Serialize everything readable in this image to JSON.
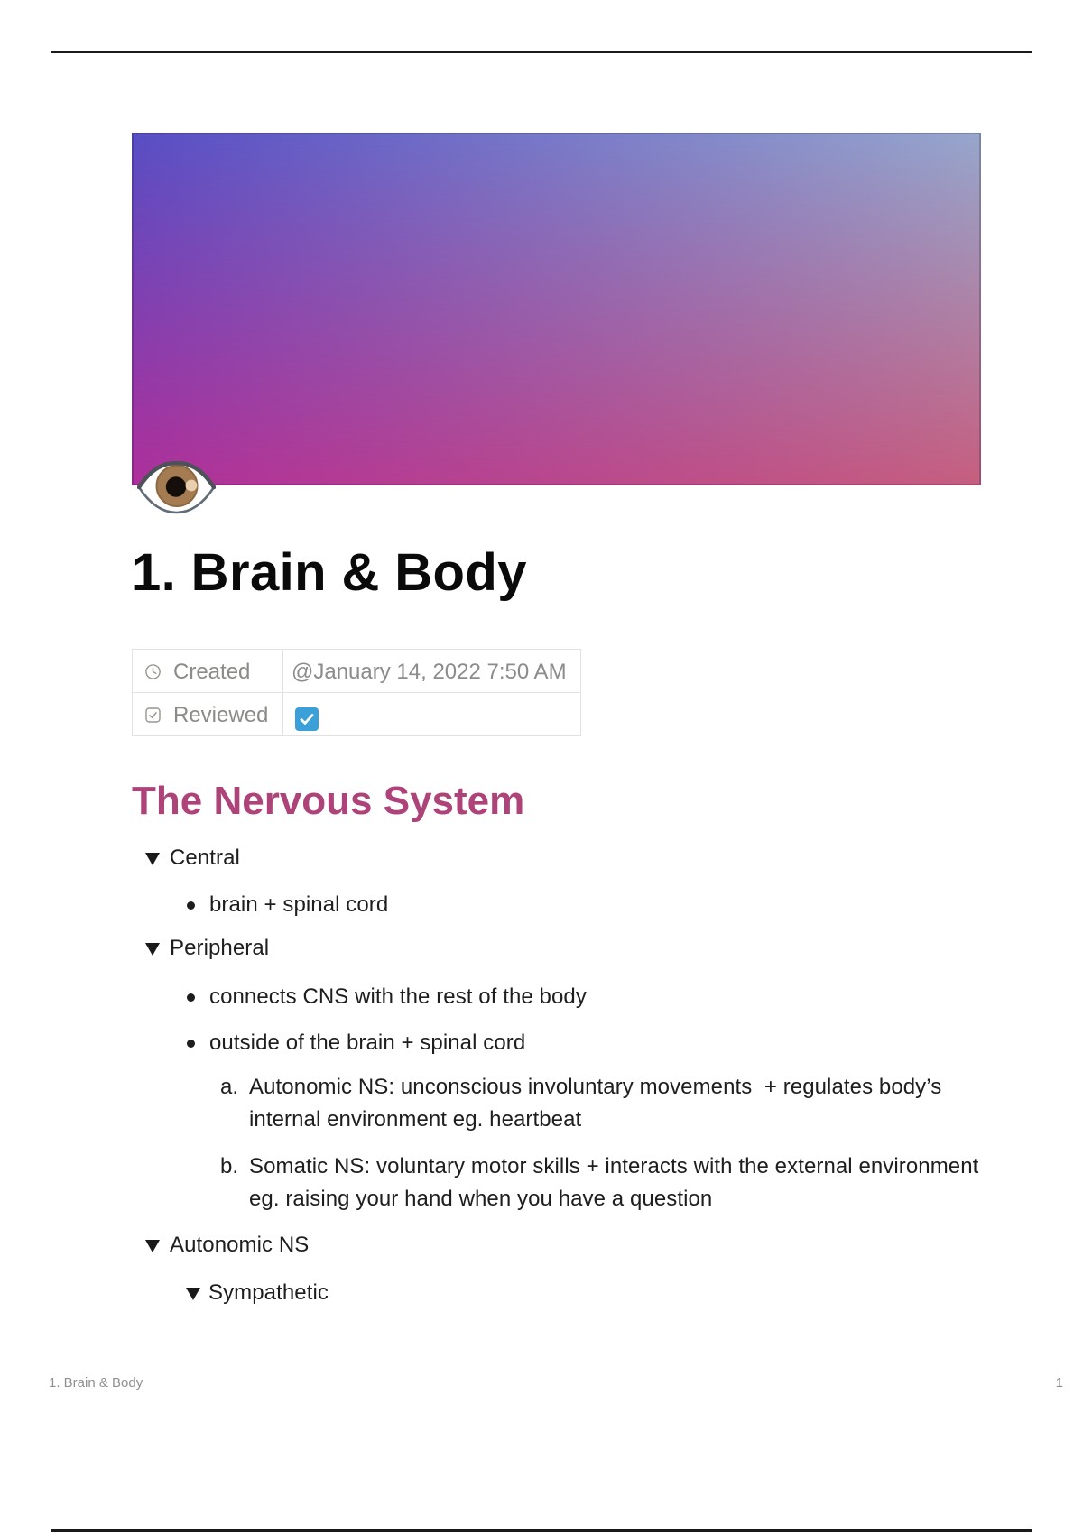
{
  "page": {
    "title": "1. Brain & Body",
    "footer": {
      "left": "1. Brain & Body",
      "page_number": "1"
    }
  },
  "cover": {
    "type": "gradient-cover-image",
    "colors": {
      "top_left": "#584ec5",
      "top_right": "#97a7cd",
      "center": "#9361aa",
      "bottom_left": "#ae2f9a",
      "bottom_right": "#c65e7e"
    },
    "icon": "eye-emoji"
  },
  "properties": {
    "rows": [
      {
        "icon": "clock-icon",
        "label": "Created",
        "value": "@January 14, 2022 7:50 AM"
      },
      {
        "icon": "checkbox-property-icon",
        "label": "Reviewed",
        "checked": true
      }
    ],
    "checkbox_color": "#3ba0d8"
  },
  "heading": {
    "text": "The Nervous System",
    "color": "#ad4379"
  },
  "outline": [
    {
      "type": "toggle",
      "level": 1,
      "text": "Central"
    },
    {
      "type": "bullet",
      "level": 2,
      "text": "brain + spinal cord"
    },
    {
      "type": "toggle",
      "level": 1,
      "text": "Peripheral"
    },
    {
      "type": "bullet",
      "level": 2,
      "text": "connects CNS with the rest of the body"
    },
    {
      "type": "bullet",
      "level": 2,
      "text": "outside of the brain + spinal cord"
    },
    {
      "type": "alpha",
      "level": 3,
      "marker": "a.",
      "lines": [
        "Autonomic NS: unconscious involuntary movements  + regulates body’s",
        "internal environment eg. heartbeat"
      ]
    },
    {
      "type": "alpha",
      "level": 3,
      "marker": "b.",
      "lines": [
        "Somatic NS: voluntary motor skills + interacts with the external environment",
        "eg. raising your hand when you have a question"
      ]
    },
    {
      "type": "toggle",
      "level": 1,
      "text": "Autonomic NS"
    },
    {
      "type": "toggle",
      "level": 2,
      "text": "Sympathetic"
    }
  ]
}
